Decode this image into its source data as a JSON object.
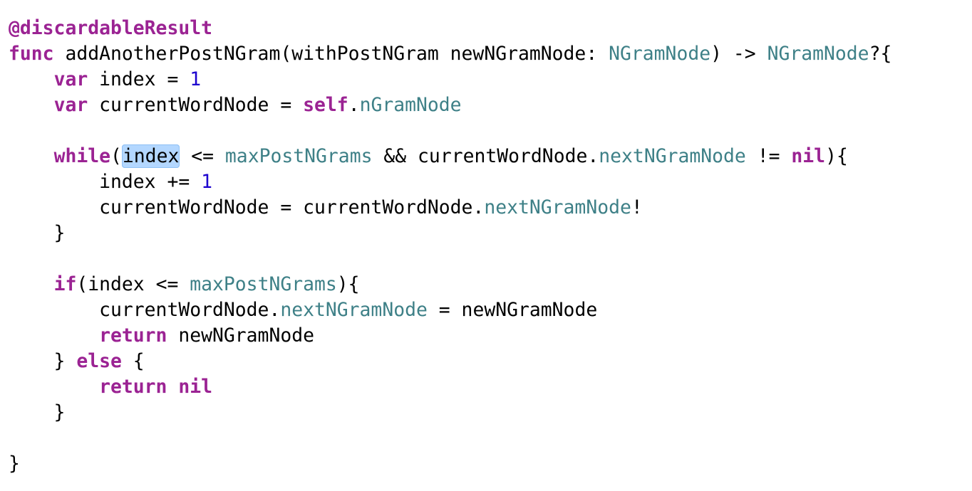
{
  "colors": {
    "background": "#ffffff",
    "keyword": "#9b2393",
    "type": "#3e8087",
    "property": "#3e8087",
    "number": "#1c00cf",
    "plain": "#000000",
    "highlight": "#b3d7ff"
  },
  "code": {
    "lines": [
      [
        [
          "t-attr",
          "@discardableResult"
        ]
      ],
      [
        [
          "t-kw",
          "func"
        ],
        [
          "t-plain",
          " addAnotherPostNGram(withPostNGram newNGramNode: "
        ],
        [
          "t-ty",
          "NGramNode"
        ],
        [
          "t-plain",
          ") -> "
        ],
        [
          "t-ty",
          "NGramNode"
        ],
        [
          "t-plain",
          "?{"
        ]
      ],
      [
        [
          "t-plain",
          "    "
        ],
        [
          "t-kw",
          "var"
        ],
        [
          "t-plain",
          " index = "
        ],
        [
          "t-num",
          "1"
        ]
      ],
      [
        [
          "t-plain",
          "    "
        ],
        [
          "t-kw",
          "var"
        ],
        [
          "t-plain",
          " currentWordNode = "
        ],
        [
          "t-kw",
          "self"
        ],
        [
          "t-plain",
          "."
        ],
        [
          "t-prop",
          "nGramNode"
        ]
      ],
      [],
      [
        [
          "t-plain",
          "    "
        ],
        [
          "t-kw",
          "while"
        ],
        [
          "t-plain",
          "("
        ],
        [
          "t-plain t-hl",
          "index"
        ],
        [
          "t-plain",
          " <= "
        ],
        [
          "t-prop",
          "maxPostNGrams"
        ],
        [
          "t-plain",
          " && currentWordNode."
        ],
        [
          "t-prop",
          "nextNGramNode"
        ],
        [
          "t-plain",
          " != "
        ],
        [
          "t-kw",
          "nil"
        ],
        [
          "t-plain",
          "){"
        ]
      ],
      [
        [
          "t-plain",
          "        index += "
        ],
        [
          "t-num",
          "1"
        ]
      ],
      [
        [
          "t-plain",
          "        currentWordNode = currentWordNode."
        ],
        [
          "t-prop",
          "nextNGramNode"
        ],
        [
          "t-plain",
          "!"
        ]
      ],
      [
        [
          "t-plain",
          "    }"
        ]
      ],
      [],
      [
        [
          "t-plain",
          "    "
        ],
        [
          "t-kw",
          "if"
        ],
        [
          "t-plain",
          "(index <= "
        ],
        [
          "t-prop",
          "maxPostNGrams"
        ],
        [
          "t-plain",
          "){"
        ]
      ],
      [
        [
          "t-plain",
          "        currentWordNode."
        ],
        [
          "t-prop",
          "nextNGramNode"
        ],
        [
          "t-plain",
          " = newNGramNode"
        ]
      ],
      [
        [
          "t-plain",
          "        "
        ],
        [
          "t-kw",
          "return"
        ],
        [
          "t-plain",
          " newNGramNode"
        ]
      ],
      [
        [
          "t-plain",
          "    } "
        ],
        [
          "t-kw",
          "else"
        ],
        [
          "t-plain",
          " {"
        ]
      ],
      [
        [
          "t-plain",
          "        "
        ],
        [
          "t-kw",
          "return"
        ],
        [
          "t-plain",
          " "
        ],
        [
          "t-kw",
          "nil"
        ]
      ],
      [
        [
          "t-plain",
          "    }"
        ]
      ],
      [],
      [
        [
          "t-plain",
          "}"
        ]
      ]
    ]
  }
}
